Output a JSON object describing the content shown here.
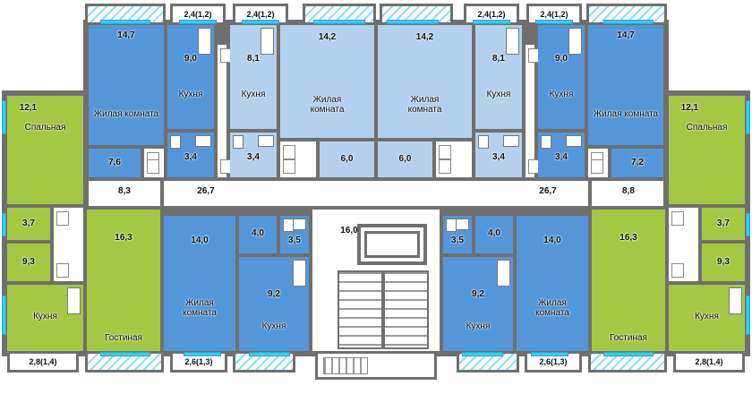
{
  "meta": {
    "type": "apartment-floor-plan"
  },
  "colors": {
    "wall": "#6f6f6f",
    "apartment_blue": "#5596d8",
    "apartment_light_blue": "#b4d0ec",
    "apartment_green": "#a5c844",
    "window_cyan": "#3ec9ef",
    "balcony_hatch": "#8edff2"
  },
  "rooms": {
    "living": "Жилая комната",
    "kitchen": "Кухня",
    "bedroom": "Спальная",
    "lounge": "Гостиная"
  },
  "areas": {
    "corr_hall_left": "8,3",
    "corr_left": "26,7",
    "corr_right": "26,7",
    "corr_hall_right": "8,8",
    "lobby": "16,0",
    "gl_bedroom": "12,1",
    "gl_wc": "3,7",
    "gl_bath": "9,3",
    "gl_lounge": "16,3",
    "gl_balcony": "2,8(1,4)",
    "gr_bedroom": "12,1",
    "gr_wc": "3,7",
    "gr_bath": "9,3",
    "gr_lounge": "16,3",
    "gr_balcony": "2,8(1,4)",
    "a_living": "14,7",
    "a_kitchen": "9,0",
    "a_hall": "7,6",
    "a_bath": "3,4",
    "a_balcony": "2,4(1,2)",
    "b_living": "14,2",
    "b_kitchen": "8,1",
    "b_hall": "6,0",
    "b_bath": "3,4",
    "b_balcony": "2,4(1,2)",
    "c_living": "14,2",
    "c_kitchen": "8,1",
    "c_hall": "6,0",
    "c_bath": "3,4",
    "c_balcony": "2,4(1,2)",
    "d_living": "14,7",
    "d_kitchen": "9,0",
    "d_hall": "7,2",
    "d_bath": "3,4",
    "d_balcony": "2,4(1,2)",
    "e_living": "14,0",
    "e_hall": "4,0",
    "e_bath": "3,5",
    "e_kitchen": "9,2",
    "e_balcony": "2,6(1,3)",
    "f_living": "14,0",
    "f_hall": "4,0",
    "f_bath": "3,5",
    "f_kitchen": "9,2",
    "f_balcony": "2,6(1,3)"
  }
}
